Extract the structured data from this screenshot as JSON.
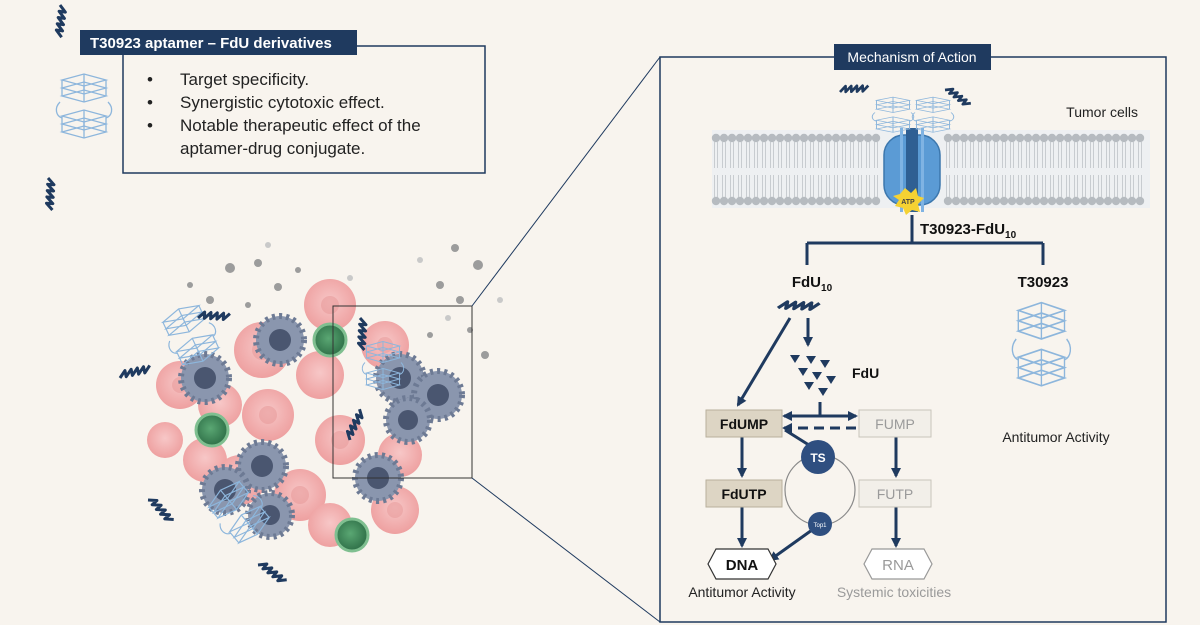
{
  "left_panel": {
    "title": "T30923 aptamer – FdU derivatives",
    "bullets": [
      {
        "lines": [
          "Target specificity."
        ]
      },
      {
        "lines": [
          "Synergistic cytotoxic effect."
        ]
      },
      {
        "lines": [
          "Notable therapeutic effect of the",
          "aptamer-drug conjugate."
        ]
      }
    ],
    "bullet_symbol": "•"
  },
  "mechanism": {
    "title": "Mechanism of Action",
    "membrane_label": "Tumor cells",
    "atp_label": "ATP",
    "conjugate_label_main": "T30923-FdU",
    "conjugate_label_sub": "10",
    "branch_left_main": "FdU",
    "branch_left_sub": "10",
    "branch_right": "T30923",
    "fdu_label": "FdU",
    "nodes": {
      "fdump": "FdUMP",
      "fump": "FUMP",
      "fdutp": "FdUTP",
      "futp": "FUTP",
      "ts": "TS",
      "top1": "Top1",
      "dna": "DNA",
      "rna": "RNA"
    },
    "outcomes": {
      "dna_outcome": "Antitumor Activity",
      "rna_outcome": "Systemic toxicities",
      "aptamer_outcome": "Antitumor Activity"
    }
  },
  "colors": {
    "navy": "#1f3a5f",
    "background": "#f8f4ee",
    "active_box": "#ddd5c4",
    "inactive_box": "#f2efe9",
    "inactive_text": "#9a9a9a",
    "membrane_head": "#bfc4c8",
    "membrane_head_top": "#a8adb2",
    "transporter": "#5b9bd5",
    "atp": "#f5d233",
    "tumor_cell": "#f0b0b0",
    "immune_cell": "#8090aa",
    "green_cell": "#3f8a5a",
    "aptamer": "#9dc3e6"
  }
}
